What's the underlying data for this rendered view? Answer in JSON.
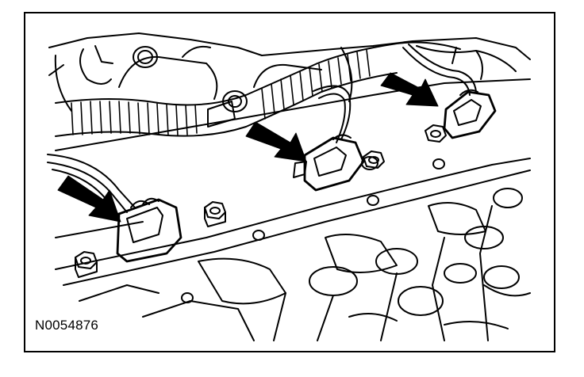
{
  "figure": {
    "id_label": "N0054876"
  },
  "colors": {
    "ink": "#000000",
    "paper": "#ffffff"
  },
  "callouts": [
    {
      "name": "connector-arrow-left",
      "points_to": "ignition-coil-connector-left"
    },
    {
      "name": "connector-arrow-center",
      "points_to": "ignition-coil-connector-center"
    },
    {
      "name": "connector-arrow-right",
      "points_to": "ignition-coil-connector-right"
    }
  ]
}
